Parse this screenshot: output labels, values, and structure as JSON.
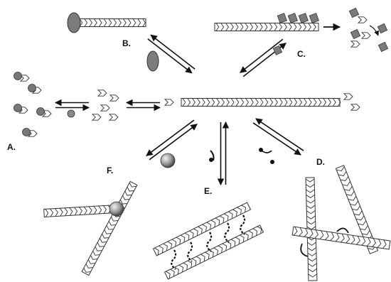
{
  "panels": {
    "A": {
      "label": "A."
    },
    "B": {
      "label": "B."
    },
    "C": {
      "label": "C."
    },
    "D": {
      "label": "D."
    },
    "E": {
      "label": "E."
    },
    "F": {
      "label": "F."
    }
  },
  "colors": {
    "ink": "#333333",
    "protein_fill": "#808080",
    "protein_dark": "#555555",
    "sphere_light": "#e6e6e6",
    "sphere_dark": "#5a5a5a"
  },
  "icons": [
    "filament",
    "actin-monomer",
    "arrow",
    "capping-protein",
    "severing-protein",
    "crosslinker",
    "bundling-protein"
  ]
}
